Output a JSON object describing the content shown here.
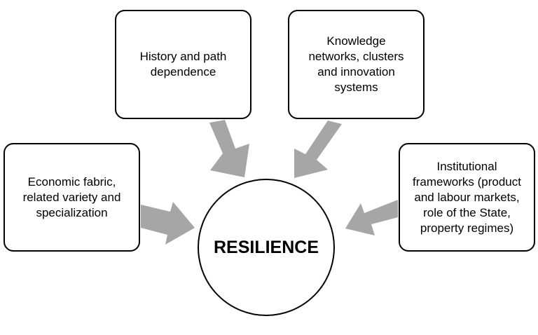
{
  "diagram": {
    "center_label": "RESILIENCE",
    "arrow_color": "#a6a6a6",
    "factors": {
      "history": {
        "lines": [
          "History and path",
          "dependence"
        ]
      },
      "knowledge": {
        "lines": [
          "Knowledge",
          "networks, clusters",
          "and innovation",
          "systems"
        ]
      },
      "economic": {
        "lines": [
          "Economic fabric,",
          "related variety and",
          "specialization"
        ]
      },
      "institutional": {
        "lines": [
          "Institutional",
          "frameworks (product",
          "and labour markets,",
          "role of the State,",
          "property regimes)"
        ]
      }
    }
  }
}
